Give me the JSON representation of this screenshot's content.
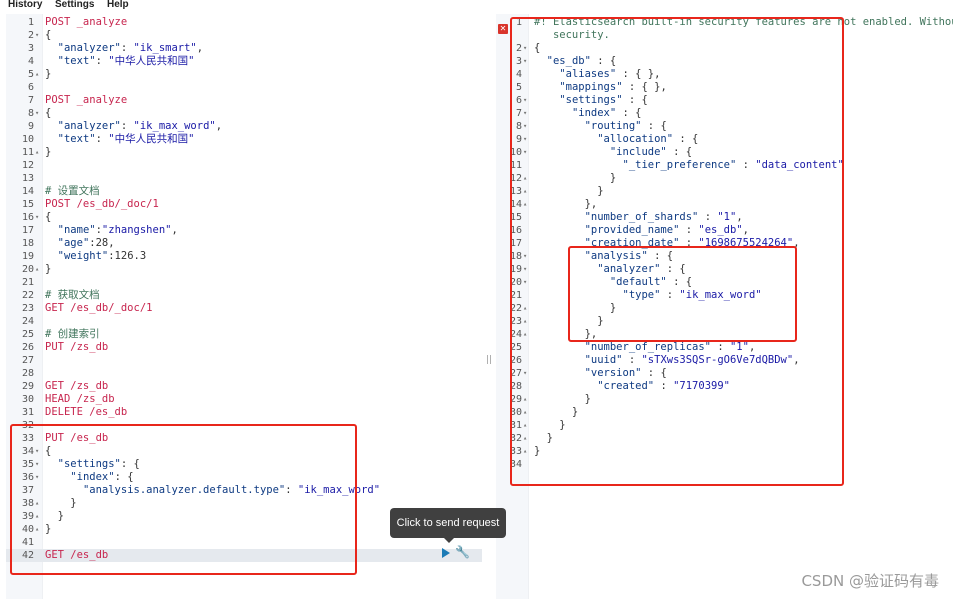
{
  "menu": {
    "history": "History",
    "settings": "Settings",
    "help": "Help"
  },
  "tooltip": "Click to send request",
  "watermark": "CSDN @验证码有毒",
  "icons": {
    "play": "play-icon",
    "wrench": "wrench-icon",
    "error": "error-icon",
    "fold": "fold-arrow-icon"
  },
  "colors": {
    "method": "#c7254e",
    "key": "#0e3a82",
    "string": "#1a1aa6",
    "comment": "#41755c",
    "annotation": "#e8261b"
  },
  "request_lines": [
    {
      "n": "1",
      "f": "",
      "t": [
        [
          "m",
          "POST _analyze"
        ]
      ]
    },
    {
      "n": "2",
      "f": "▾",
      "t": [
        [
          "p",
          "{"
        ]
      ]
    },
    {
      "n": "3",
      "f": "",
      "t": [
        [
          "p",
          "  "
        ],
        [
          "k",
          "\"analyzer\""
        ],
        [
          "p",
          ": "
        ],
        [
          "s",
          "\"ik_smart\""
        ],
        [
          "p",
          ","
        ]
      ]
    },
    {
      "n": "4",
      "f": "",
      "t": [
        [
          "p",
          "  "
        ],
        [
          "k",
          "\"text\""
        ],
        [
          "p",
          ": "
        ],
        [
          "s",
          "\"中华人民共和国\""
        ]
      ]
    },
    {
      "n": "5",
      "f": "▴",
      "t": [
        [
          "p",
          "}"
        ]
      ]
    },
    {
      "n": "6",
      "f": "",
      "t": []
    },
    {
      "n": "7",
      "f": "",
      "t": [
        [
          "m",
          "POST _analyze"
        ]
      ]
    },
    {
      "n": "8",
      "f": "▾",
      "t": [
        [
          "p",
          "{"
        ]
      ]
    },
    {
      "n": "9",
      "f": "",
      "t": [
        [
          "p",
          "  "
        ],
        [
          "k",
          "\"analyzer\""
        ],
        [
          "p",
          ": "
        ],
        [
          "s",
          "\"ik_max_word\""
        ],
        [
          "p",
          ","
        ]
      ]
    },
    {
      "n": "10",
      "f": "",
      "t": [
        [
          "p",
          "  "
        ],
        [
          "k",
          "\"text\""
        ],
        [
          "p",
          ": "
        ],
        [
          "s",
          "\"中华人民共和国\""
        ]
      ]
    },
    {
      "n": "11",
      "f": "▴",
      "t": [
        [
          "p",
          "}"
        ]
      ]
    },
    {
      "n": "12",
      "f": "",
      "t": []
    },
    {
      "n": "13",
      "f": "",
      "t": []
    },
    {
      "n": "14",
      "f": "",
      "t": [
        [
          "c",
          "# 设置文档"
        ]
      ]
    },
    {
      "n": "15",
      "f": "",
      "t": [
        [
          "m",
          "POST /es_db/_doc/1"
        ]
      ]
    },
    {
      "n": "16",
      "f": "▾",
      "t": [
        [
          "p",
          "{"
        ]
      ]
    },
    {
      "n": "17",
      "f": "",
      "t": [
        [
          "p",
          "  "
        ],
        [
          "k",
          "\"name\""
        ],
        [
          "p",
          ":"
        ],
        [
          "s",
          "\"zhangshen\""
        ],
        [
          "p",
          ","
        ]
      ]
    },
    {
      "n": "18",
      "f": "",
      "t": [
        [
          "p",
          "  "
        ],
        [
          "k",
          "\"age\""
        ],
        [
          "p",
          ":28,"
        ]
      ]
    },
    {
      "n": "19",
      "f": "",
      "t": [
        [
          "p",
          "  "
        ],
        [
          "k",
          "\"weight\""
        ],
        [
          "p",
          ":126.3"
        ]
      ]
    },
    {
      "n": "20",
      "f": "▴",
      "t": [
        [
          "p",
          "}"
        ]
      ]
    },
    {
      "n": "21",
      "f": "",
      "t": []
    },
    {
      "n": "22",
      "f": "",
      "t": [
        [
          "c",
          "# 获取文档"
        ]
      ]
    },
    {
      "n": "23",
      "f": "",
      "t": [
        [
          "m",
          "GET /es_db/_doc/1"
        ]
      ]
    },
    {
      "n": "24",
      "f": "",
      "t": []
    },
    {
      "n": "25",
      "f": "",
      "t": [
        [
          "c",
          "# 创建索引"
        ]
      ]
    },
    {
      "n": "26",
      "f": "",
      "t": [
        [
          "m",
          "PUT /zs_db"
        ]
      ]
    },
    {
      "n": "27",
      "f": "",
      "t": []
    },
    {
      "n": "28",
      "f": "",
      "t": []
    },
    {
      "n": "29",
      "f": "",
      "t": [
        [
          "m",
          "GET /zs_db"
        ]
      ]
    },
    {
      "n": "30",
      "f": "",
      "t": [
        [
          "m",
          "HEAD /zs_db"
        ]
      ]
    },
    {
      "n": "31",
      "f": "",
      "t": [
        [
          "m",
          "DELETE /es_db"
        ]
      ]
    },
    {
      "n": "32",
      "f": "",
      "t": []
    },
    {
      "n": "33",
      "f": "",
      "t": [
        [
          "m",
          "PUT /es_db"
        ]
      ]
    },
    {
      "n": "34",
      "f": "▾",
      "t": [
        [
          "p",
          "{"
        ]
      ]
    },
    {
      "n": "35",
      "f": "▾",
      "t": [
        [
          "p",
          "  "
        ],
        [
          "k",
          "\"settings\""
        ],
        [
          "p",
          ": {"
        ]
      ]
    },
    {
      "n": "36",
      "f": "▾",
      "t": [
        [
          "p",
          "    "
        ],
        [
          "k",
          "\"index\""
        ],
        [
          "p",
          ": {"
        ]
      ]
    },
    {
      "n": "37",
      "f": "",
      "t": [
        [
          "p",
          "      "
        ],
        [
          "k",
          "\"analysis.analyzer.default.type\""
        ],
        [
          "p",
          ": "
        ],
        [
          "s",
          "\"ik_max_word\""
        ]
      ]
    },
    {
      "n": "38",
      "f": "▴",
      "t": [
        [
          "p",
          "    }"
        ]
      ]
    },
    {
      "n": "39",
      "f": "▴",
      "t": [
        [
          "p",
          "  }"
        ]
      ]
    },
    {
      "n": "40",
      "f": "▴",
      "t": [
        [
          "p",
          "}"
        ]
      ]
    },
    {
      "n": "41",
      "f": "",
      "t": []
    },
    {
      "n": "42",
      "f": "",
      "t": [
        [
          "m",
          "GET /es_db"
        ]
      ]
    }
  ],
  "response_lines": [
    {
      "n": "1",
      "f": "",
      "t": [
        [
          "c",
          "#! Elasticsearch built-in security features are not enabled. Without auth"
        ]
      ]
    },
    {
      "n": "",
      "f": "",
      "t": [
        [
          "c",
          "   security."
        ]
      ]
    },
    {
      "n": "2",
      "f": "▾",
      "t": [
        [
          "p",
          "{"
        ]
      ]
    },
    {
      "n": "3",
      "f": "▾",
      "t": [
        [
          "p",
          "  "
        ],
        [
          "k",
          "\"es_db\""
        ],
        [
          "p",
          " : {"
        ]
      ]
    },
    {
      "n": "4",
      "f": "",
      "t": [
        [
          "p",
          "    "
        ],
        [
          "k",
          "\"aliases\""
        ],
        [
          "p",
          " : { },"
        ]
      ]
    },
    {
      "n": "5",
      "f": "",
      "t": [
        [
          "p",
          "    "
        ],
        [
          "k",
          "\"mappings\""
        ],
        [
          "p",
          " : { },"
        ]
      ]
    },
    {
      "n": "6",
      "f": "▾",
      "t": [
        [
          "p",
          "    "
        ],
        [
          "k",
          "\"settings\""
        ],
        [
          "p",
          " : {"
        ]
      ]
    },
    {
      "n": "7",
      "f": "▾",
      "t": [
        [
          "p",
          "      "
        ],
        [
          "k",
          "\"index\""
        ],
        [
          "p",
          " : {"
        ]
      ]
    },
    {
      "n": "8",
      "f": "▾",
      "t": [
        [
          "p",
          "        "
        ],
        [
          "k",
          "\"routing\""
        ],
        [
          "p",
          " : {"
        ]
      ]
    },
    {
      "n": "9",
      "f": "▾",
      "t": [
        [
          "p",
          "          "
        ],
        [
          "k",
          "\"allocation\""
        ],
        [
          "p",
          " : {"
        ]
      ]
    },
    {
      "n": "10",
      "f": "▾",
      "t": [
        [
          "p",
          "            "
        ],
        [
          "k",
          "\"include\""
        ],
        [
          "p",
          " : {"
        ]
      ]
    },
    {
      "n": "11",
      "f": "",
      "t": [
        [
          "p",
          "              "
        ],
        [
          "k",
          "\"_tier_preference\""
        ],
        [
          "p",
          " : "
        ],
        [
          "s",
          "\"data_content\""
        ]
      ]
    },
    {
      "n": "12",
      "f": "▴",
      "t": [
        [
          "p",
          "            }"
        ]
      ]
    },
    {
      "n": "13",
      "f": "▴",
      "t": [
        [
          "p",
          "          }"
        ]
      ]
    },
    {
      "n": "14",
      "f": "▴",
      "t": [
        [
          "p",
          "        },"
        ]
      ]
    },
    {
      "n": "15",
      "f": "",
      "t": [
        [
          "p",
          "        "
        ],
        [
          "k",
          "\"number_of_shards\""
        ],
        [
          "p",
          " : "
        ],
        [
          "s",
          "\"1\""
        ],
        [
          "p",
          ","
        ]
      ]
    },
    {
      "n": "16",
      "f": "",
      "t": [
        [
          "p",
          "        "
        ],
        [
          "k",
          "\"provided_name\""
        ],
        [
          "p",
          " : "
        ],
        [
          "s",
          "\"es_db\""
        ],
        [
          "p",
          ","
        ]
      ]
    },
    {
      "n": "17",
      "f": "",
      "t": [
        [
          "p",
          "        "
        ],
        [
          "k",
          "\"creation_date\""
        ],
        [
          "p",
          " : "
        ],
        [
          "s",
          "\"1698675524264\""
        ],
        [
          "p",
          ","
        ]
      ]
    },
    {
      "n": "18",
      "f": "▾",
      "t": [
        [
          "p",
          "        "
        ],
        [
          "k",
          "\"analysis\""
        ],
        [
          "p",
          " : {"
        ]
      ]
    },
    {
      "n": "19",
      "f": "▾",
      "t": [
        [
          "p",
          "          "
        ],
        [
          "k",
          "\"analyzer\""
        ],
        [
          "p",
          " : {"
        ]
      ]
    },
    {
      "n": "20",
      "f": "▾",
      "t": [
        [
          "p",
          "            "
        ],
        [
          "k",
          "\"default\""
        ],
        [
          "p",
          " : {"
        ]
      ]
    },
    {
      "n": "21",
      "f": "",
      "t": [
        [
          "p",
          "              "
        ],
        [
          "k",
          "\"type\""
        ],
        [
          "p",
          " : "
        ],
        [
          "s",
          "\"ik_max_word\""
        ]
      ]
    },
    {
      "n": "22",
      "f": "▴",
      "t": [
        [
          "p",
          "            }"
        ]
      ]
    },
    {
      "n": "23",
      "f": "▴",
      "t": [
        [
          "p",
          "          }"
        ]
      ]
    },
    {
      "n": "24",
      "f": "▴",
      "t": [
        [
          "p",
          "        },"
        ]
      ]
    },
    {
      "n": "25",
      "f": "",
      "t": [
        [
          "p",
          "        "
        ],
        [
          "k",
          "\"number_of_replicas\""
        ],
        [
          "p",
          " : "
        ],
        [
          "s",
          "\"1\""
        ],
        [
          "p",
          ","
        ]
      ]
    },
    {
      "n": "26",
      "f": "",
      "t": [
        [
          "p",
          "        "
        ],
        [
          "k",
          "\"uuid\""
        ],
        [
          "p",
          " : "
        ],
        [
          "s",
          "\"sTXws3SQSr-gO6Ve7dQBDw\""
        ],
        [
          "p",
          ","
        ]
      ]
    },
    {
      "n": "27",
      "f": "▾",
      "t": [
        [
          "p",
          "        "
        ],
        [
          "k",
          "\"version\""
        ],
        [
          "p",
          " : {"
        ]
      ]
    },
    {
      "n": "28",
      "f": "",
      "t": [
        [
          "p",
          "          "
        ],
        [
          "k",
          "\"created\""
        ],
        [
          "p",
          " : "
        ],
        [
          "s",
          "\"7170399\""
        ]
      ]
    },
    {
      "n": "29",
      "f": "▴",
      "t": [
        [
          "p",
          "        }"
        ]
      ]
    },
    {
      "n": "30",
      "f": "▴",
      "t": [
        [
          "p",
          "      }"
        ]
      ]
    },
    {
      "n": "31",
      "f": "▴",
      "t": [
        [
          "p",
          "    }"
        ]
      ]
    },
    {
      "n": "32",
      "f": "▴",
      "t": [
        [
          "p",
          "  }"
        ]
      ]
    },
    {
      "n": "33",
      "f": "▴",
      "t": [
        [
          "p",
          "}"
        ]
      ]
    },
    {
      "n": "34",
      "f": "",
      "t": []
    }
  ]
}
